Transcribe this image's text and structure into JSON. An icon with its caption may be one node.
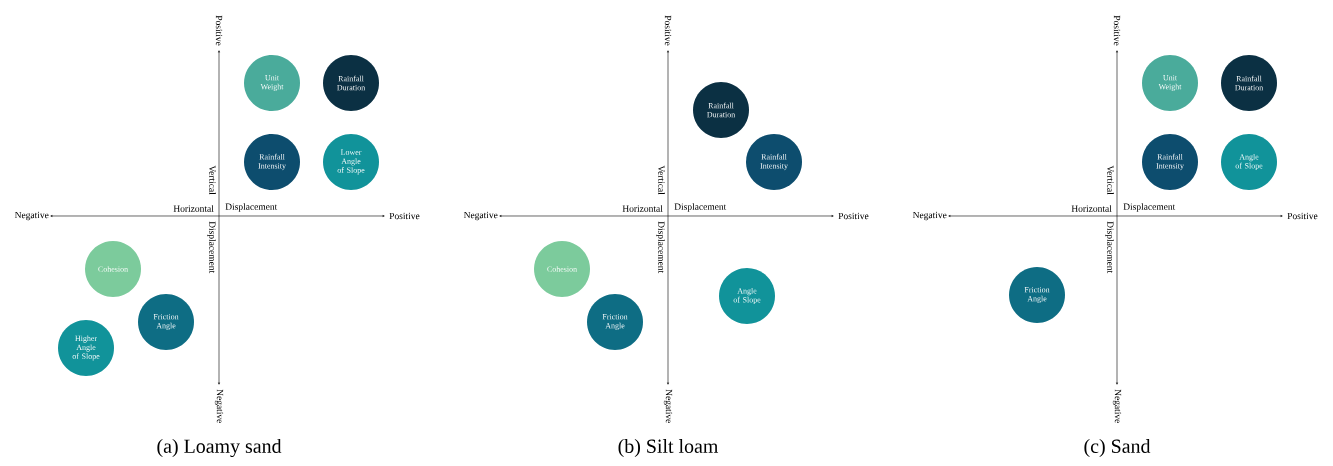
{
  "diagram": {
    "nodes": [
      {
        "text": [
          "Unit Weight"
        ]
      },
      {
        "text": [
          "Rainfall Duration"
        ]
      },
      {
        "text": [
          "Rainfall Intensity"
        ]
      },
      {
        "text": [
          "Lower Angle of Slope"
        ]
      },
      {
        "text": [
          "Cohesion"
        ]
      },
      {
        "text": [
          "Friction Angle"
        ]
      },
      {
        "text": [
          "Higher Angle of Slope"
        ]
      },
      {
        "text": [
          "Rainfall Duration"
        ]
      },
      {
        "text": [
          "Rainfall Intensity"
        ]
      },
      {
        "text": [
          "Cohesion"
        ]
      },
      {
        "text": [
          "Angle of Slope"
        ]
      },
      {
        "text": [
          "Friction Angle"
        ]
      },
      {
        "text": [
          "Unit Weight"
        ]
      },
      {
        "text": [
          "Rainfall Duration"
        ]
      },
      {
        "text": [
          "Rainfall Intensity"
        ]
      },
      {
        "text": [
          "Angle of Slope"
        ]
      },
      {
        "text": [
          "Friction Angle"
        ]
      }
    ],
    "labels": [
      "Positive",
      "Vertical",
      "Negative",
      "Horizontal",
      "Displacement",
      "Positive",
      "Displacement",
      "Negative",
      "(a) Loamy sand",
      "Positive",
      "Vertical",
      "Negative",
      "Horizontal",
      "Displacement",
      "Positive",
      "Displacement",
      "Negative",
      "(b) Silt loam",
      "Positive",
      "Vertical",
      "Negative",
      "Horizontal",
      "Displacement",
      "Positive",
      "Displacement",
      "Negative",
      "(c) Sand"
    ]
  }
}
